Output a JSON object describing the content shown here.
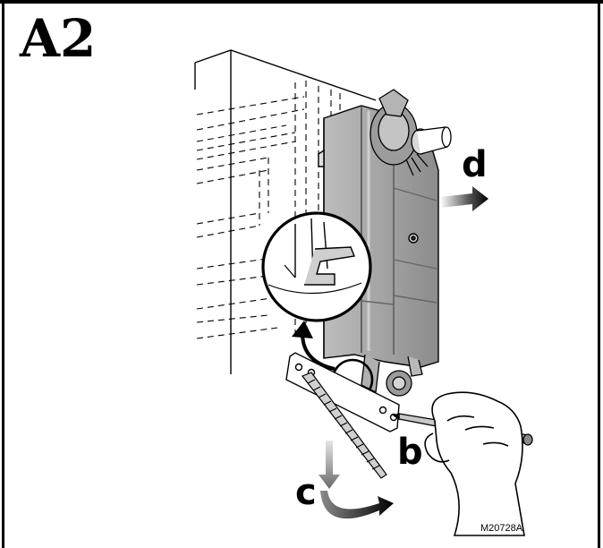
{
  "panel": {
    "label": "A2",
    "figure_id": "M20728A"
  },
  "callouts": {
    "b": "b",
    "c": "c",
    "d": "d"
  },
  "colors": {
    "line": "#000000",
    "actuator_body": "#a8a8a8",
    "actuator_light": "#cfcfcf",
    "actuator_dark": "#7a7a7a",
    "arrow_gray": "#9a9a9a"
  }
}
